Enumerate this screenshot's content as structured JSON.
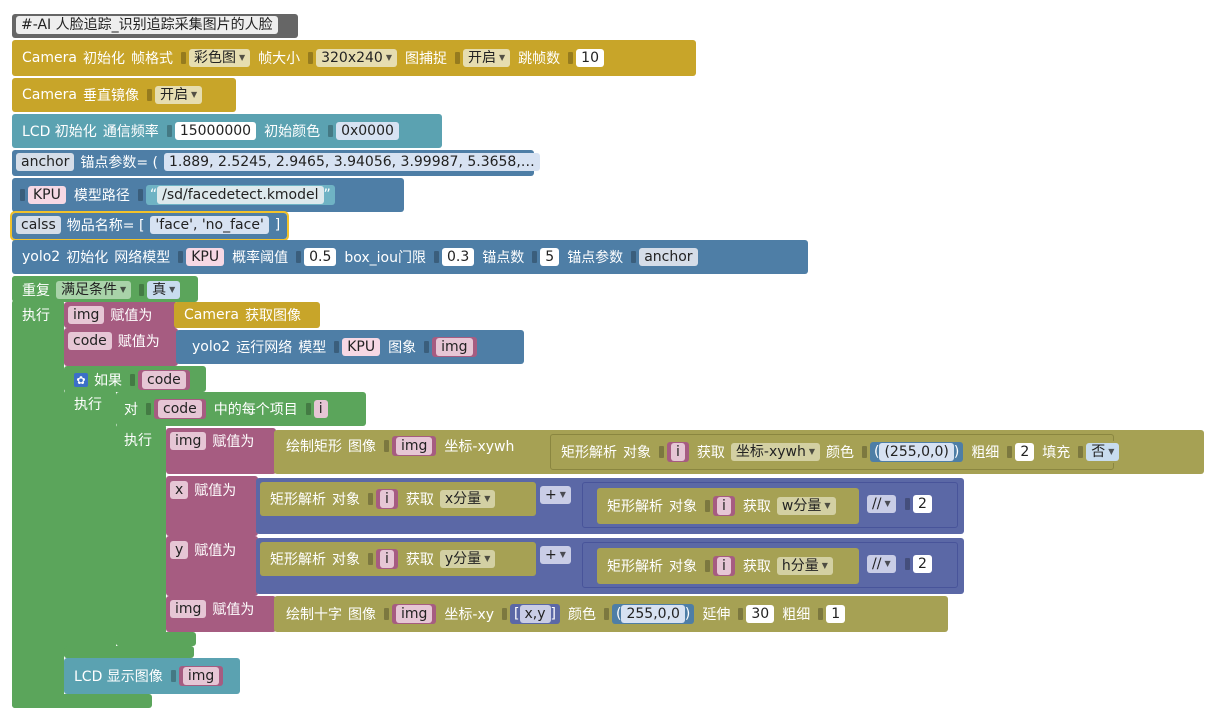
{
  "colors": {
    "loop_green": "#5ba55b",
    "camera_gold": "#c8a529",
    "lcd_teal": "#5ba2b1",
    "kpu_blue": "#4e7ea6",
    "image_olive": "#a6a154",
    "variable_maroon": "#a65c81",
    "math_indigo": "#5b68a6"
  },
  "comment": "#-AI 人脸追踪_识别追踪采集图片的人脸",
  "camera_init": {
    "camera": "Camera",
    "init": "初始化",
    "frame_format_label": "帧格式",
    "frame_format": "彩色图",
    "frame_size_label": "帧大小",
    "frame_size": "320x240",
    "capture_label": "图捕捉",
    "capture": "开启",
    "skip_label": "跳帧数",
    "skip": "10"
  },
  "camera_mirror": {
    "camera": "Camera",
    "label": "垂直镜像",
    "value": "开启"
  },
  "lcd_init": {
    "label": "LCD 初始化",
    "freq_label": "通信频率",
    "freq": "15000000",
    "color_label": "初始颜色",
    "color": "0x0000"
  },
  "anchor": {
    "var": "anchor",
    "label": "锚点参数= (",
    "values": "1.889, 2.5245, 2.9465, 3.94056, 3.99987, 5.3658,…",
    "close": ")"
  },
  "kpu_model": {
    "var": "KPU",
    "label": "模型路径",
    "quote_open": "“",
    "path": "/sd/facedetect.kmodel",
    "quote_close": "”"
  },
  "calss": {
    "var": "calss",
    "label": "物品名称= [",
    "values": "'face', 'no_face'",
    "close": "]"
  },
  "yolo_init": {
    "label": "yolo2",
    "init": "初始化",
    "model_label": "网络模型",
    "model": "KPU",
    "threshold_label": "概率阈值",
    "threshold": "0.5",
    "iou_label": "box_iou门限",
    "iou": "0.3",
    "anchor_num_label": "锚点数",
    "anchor_num": "5",
    "anchor_param_label": "锚点参数",
    "anchor_param": "anchor"
  },
  "repeat": {
    "label": "重复",
    "cond": "满足条件",
    "value": "真",
    "do": "执行"
  },
  "img_assign": {
    "var": "img",
    "assign": "赋值为",
    "camera": "Camera",
    "action": "获取图像"
  },
  "code_assign": {
    "var": "code",
    "assign": "赋值为",
    "yolo": "yolo2",
    "run": "运行网络",
    "model_label": "模型",
    "model": "KPU",
    "image_label": "图象",
    "image": "img"
  },
  "if_block": {
    "label": "如果",
    "cond": "code",
    "do": "执行"
  },
  "for_block": {
    "label": "对",
    "list": "code",
    "each": "中的每个项目",
    "item": "i",
    "do": "执行"
  },
  "draw_rect": {
    "var": "img",
    "assign": "赋值为",
    "label": "绘制矩形",
    "image_label": "图像",
    "image": "img",
    "coord_label": "坐标-xywh",
    "parse": "矩形解析",
    "obj_label": "对象",
    "obj": "i",
    "get_label": "获取",
    "get": "坐标-xywh",
    "color_label": "颜色",
    "color": "(255,0,0)",
    "thick_label": "粗细",
    "thick": "2",
    "fill_label": "填充",
    "fill": "否"
  },
  "x_assign": {
    "var": "x",
    "assign": "赋值为",
    "parse": "矩形解析",
    "obj_label": "对象",
    "obj": "i",
    "get_label": "获取",
    "get": "x分量",
    "op": "+",
    "parse2": "矩形解析",
    "get2": "w分量",
    "op2": "//",
    "divisor": "2"
  },
  "y_assign": {
    "var": "y",
    "assign": "赋值为",
    "parse": "矩形解析",
    "obj_label": "对象",
    "obj": "i",
    "get_label": "获取",
    "get": "y分量",
    "op": "+",
    "parse2": "矩形解析",
    "get2": "h分量",
    "op2": "//",
    "divisor": "2"
  },
  "draw_cross": {
    "var": "img",
    "assign": "赋值为",
    "label": "绘制十字",
    "image_label": "图像",
    "image": "img",
    "coord_label": "坐标-xy",
    "coord": "x,y",
    "color_label": "颜色",
    "color": "255,0,0",
    "extend_label": "延伸",
    "extend": "30",
    "thick_label": "粗细",
    "thick": "1"
  },
  "lcd_show": {
    "label": "LCD 显示图像",
    "image": "img"
  }
}
